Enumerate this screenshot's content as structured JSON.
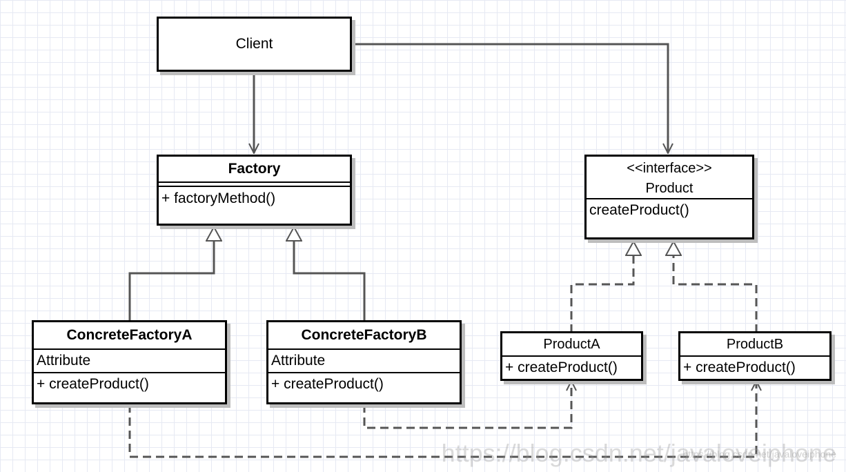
{
  "client": {
    "name": "Client"
  },
  "factory": {
    "name": "Factory",
    "method": "+ factoryMethod()"
  },
  "product": {
    "stereotype": "<<interface>>",
    "name": "Product",
    "method": "createProduct()"
  },
  "concrete_factory_a": {
    "name": "ConcreteFactoryA",
    "attribute": "Attribute",
    "method": "+ createProduct()"
  },
  "concrete_factory_b": {
    "name": "ConcreteFactoryB",
    "attribute": "Attribute",
    "method": "+ createProduct()"
  },
  "product_a": {
    "name": "ProductA",
    "method": "+ createProduct()"
  },
  "product_b": {
    "name": "ProductB",
    "method": "+ createProduct()"
  },
  "watermark": {
    "main": "https://blog.csdn.net/javaloveiphone",
    "small": "https://blog.csdn.net/javaloveiphone"
  },
  "colors": {
    "line": "#555555",
    "border": "#000000",
    "grid": "#e6e9f3",
    "shadow": "#bdbdbd"
  }
}
